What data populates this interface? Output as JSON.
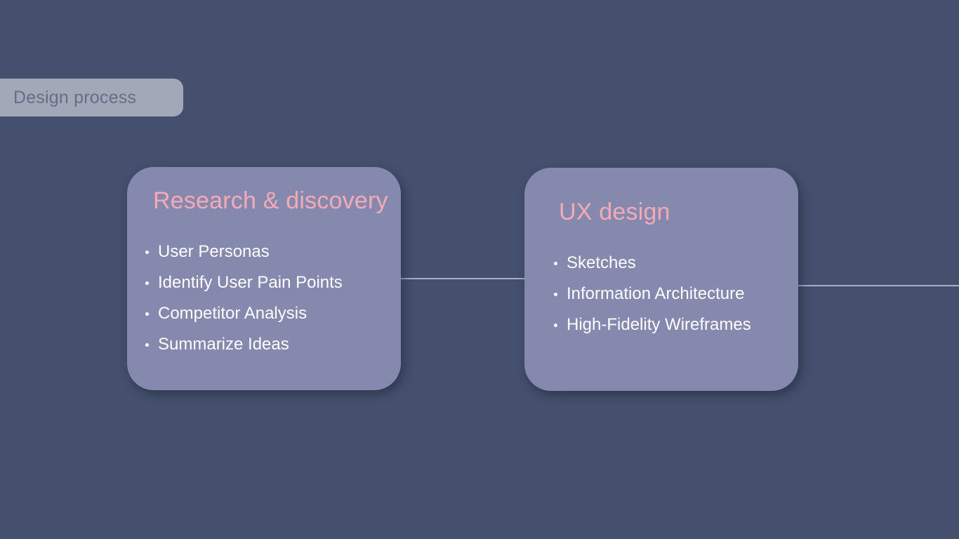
{
  "section_tag": {
    "label": "Design process"
  },
  "stages": [
    {
      "title": "Research & discovery",
      "items": [
        "User Personas",
        "Identify User Pain Points",
        "Competitor Analysis",
        "Summarize Ideas"
      ]
    },
    {
      "title": "UX design",
      "items": [
        "Sketches",
        "Information Architecture",
        "High-Fidelity Wireframes"
      ]
    }
  ],
  "colors": {
    "background": "#44506d",
    "card": "#8489ad",
    "title_accent": "#f7a9b7",
    "tag": "#a3a8b8",
    "connector": "#a8aec6"
  }
}
